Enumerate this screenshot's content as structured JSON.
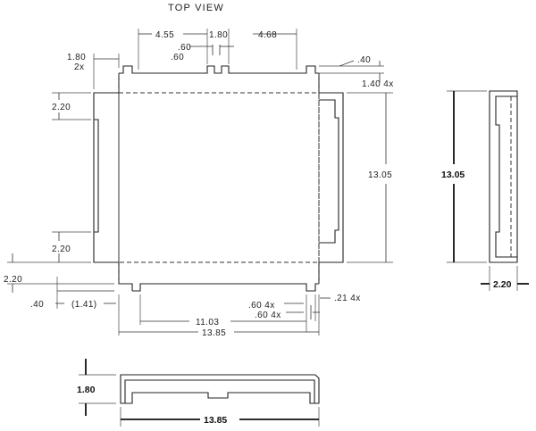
{
  "title": "TOP VIEW",
  "top_view": {
    "dims": {
      "top_left_gap": "4.55",
      "top_center_gap": "1.80",
      "top_right_gap": "4.68",
      "small_a": ".60",
      "small_b": ".60",
      "left_tab_width": "1.80",
      "left_tab_count": "2x",
      "top_right_height": ".40",
      "top_right_depth": "1.40  4x",
      "left_upper": "2.20",
      "left_lower": "2.20",
      "height": "13.05",
      "bottom_left_offset": "2.20",
      "bottom_left_small": ".40",
      "bottom_left_ref": "(1.41)",
      "bottom_notch_a": ".60  4x",
      "bottom_notch_b": ".60  4x",
      "bottom_corner": ".21  4x",
      "inner_width": "11.03",
      "overall_width": "13.85"
    }
  },
  "side_view": {
    "height": "13.05",
    "depth": "2.20"
  },
  "front_view": {
    "height": "1.80",
    "width": "13.85"
  }
}
